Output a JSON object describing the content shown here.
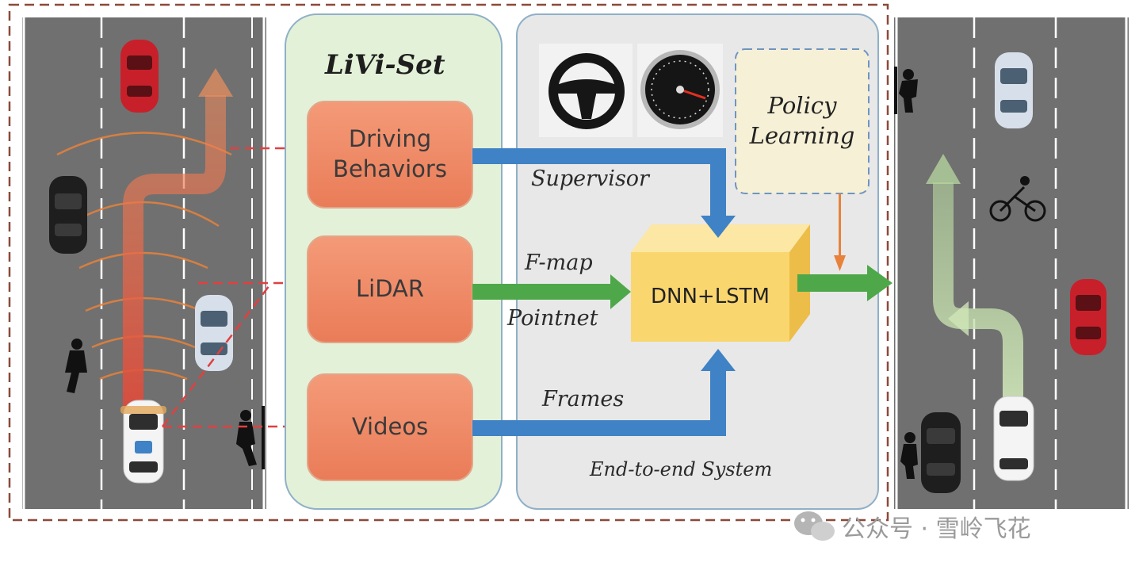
{
  "dataset": {
    "title": "LiVi-Set",
    "items": [
      "Driving\nBehaviors",
      "LiDAR",
      "Videos"
    ]
  },
  "system": {
    "title": "End-to-end System",
    "policy_label": "Policy\nLearning",
    "model_label": "DNN+LSTM",
    "arrow_labels": {
      "supervisor": "Supervisor",
      "fmap": "F-map",
      "pointnet": "Pointnet",
      "frames": "Frames"
    }
  },
  "watermark": {
    "text": "公众号 · 雪岭飞花",
    "icon": "wechat-icon"
  },
  "colors": {
    "dataset_panel": "#e3f1d8",
    "system_panel": "#e8e8e8",
    "item_box": "#ef8c67",
    "policy_box": "#f6f0d6",
    "model_box": "#fad66e",
    "blue_arrow": "#3f82c5",
    "green_arrow": "#4ea84a",
    "orange_arrow": "#e8823a",
    "road": "#707070",
    "dashed_frame": "#8b4a3a"
  }
}
